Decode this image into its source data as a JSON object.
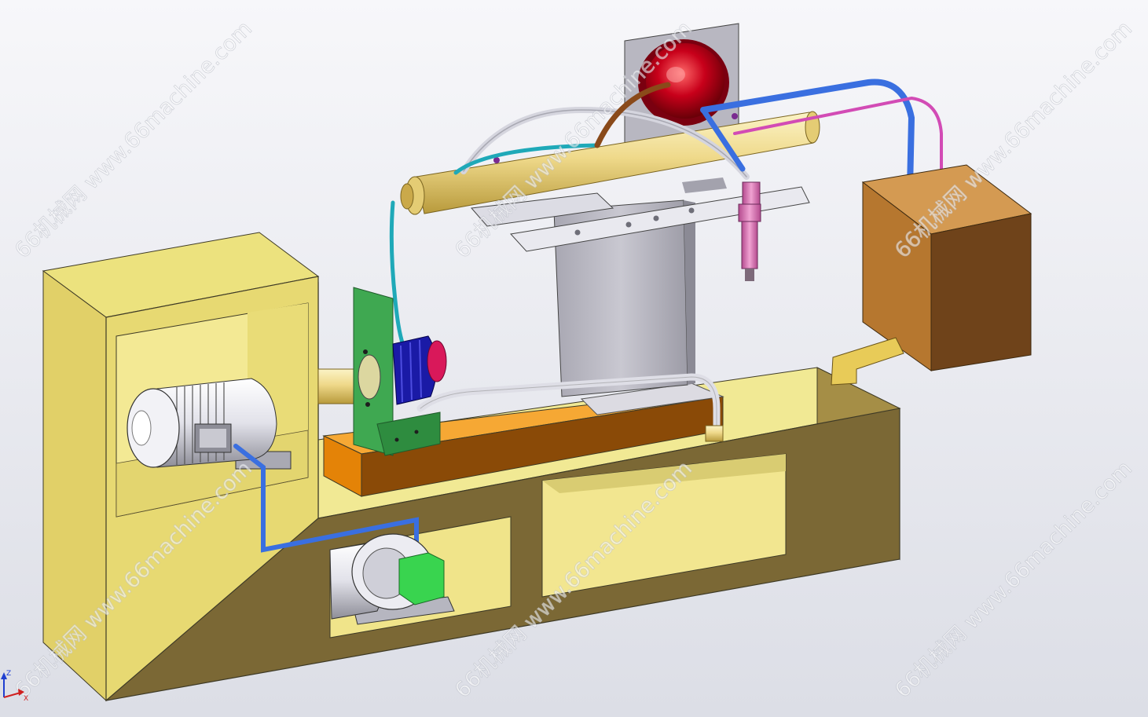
{
  "watermark": {
    "text": "66机械网 www.66machine.com"
  },
  "triad": {
    "z_label": "Z",
    "x_label": "X"
  },
  "colors": {
    "background_top": "#f6f6f9",
    "background_bottom": "#dfe1e8",
    "base_front": "#7d6a37",
    "base_top": "#f2ea97",
    "cabinet_front": "#e9dc74",
    "slide_rail": "#e5850c",
    "motor_body": "#e7e7ee",
    "bracket_green": "#3fa851",
    "nozzle_blue": "#1a1aa6",
    "tube_brass": "#f0dd8c",
    "hose_blue": "#3a6fe0",
    "hose_cyan": "#1fa9b8",
    "hose_pink": "#d24bb5",
    "reflector_red": "#b60014",
    "steel_plate": "#c0bfc8",
    "box_brown": "#b77b35",
    "pump_green": "#39d44f"
  }
}
